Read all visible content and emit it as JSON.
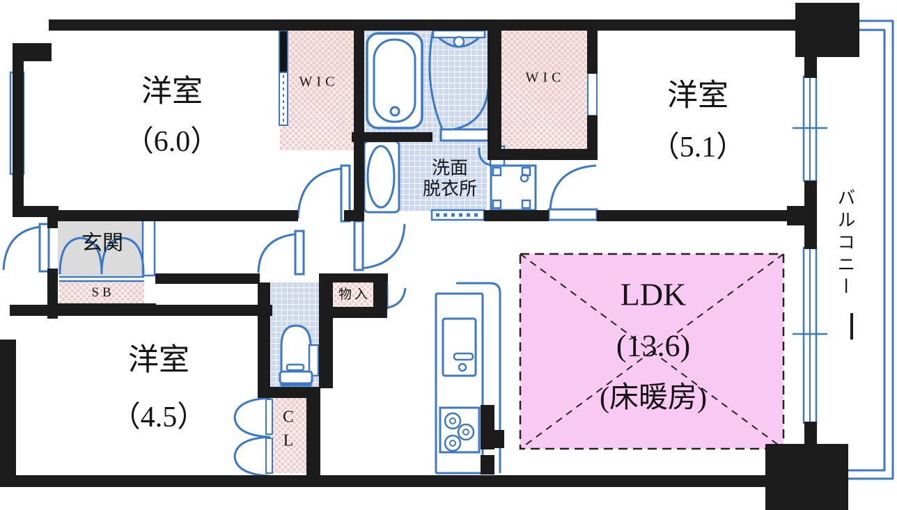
{
  "floorplan": {
    "rooms": {
      "bedroom_top_left": {
        "label": "洋室",
        "size": "（6.0）"
      },
      "bedroom_top_right": {
        "label": "洋室",
        "size": "（5.1）"
      },
      "bedroom_bottom_left": {
        "label": "洋室",
        "size": "（4.5）"
      },
      "ldk": {
        "label": "LDK",
        "size": "(13.6)",
        "note": "(床暖房)"
      },
      "walk_in_closet_left": {
        "label": "WIC"
      },
      "walk_in_closet_right": {
        "label": "WIC"
      },
      "washroom": {
        "label_line1": "洗面",
        "label_line2": "脱衣所"
      },
      "entrance": {
        "label": "玄関"
      },
      "shoe_box": {
        "label": "SB"
      },
      "storage": {
        "label": "物入"
      },
      "closet": {
        "label_line1": "C",
        "label_line2": "L"
      },
      "balcony": {
        "label": "バルコニー"
      }
    },
    "colors": {
      "wall": "#1c1c1c",
      "fixture_blue": "#3a79c8",
      "closet_pink": "#f6caca",
      "tile_blue": "#ccd8f3",
      "ldk_pink": "#f8c9f2",
      "entrance_gray": "#dbdbdb"
    }
  }
}
